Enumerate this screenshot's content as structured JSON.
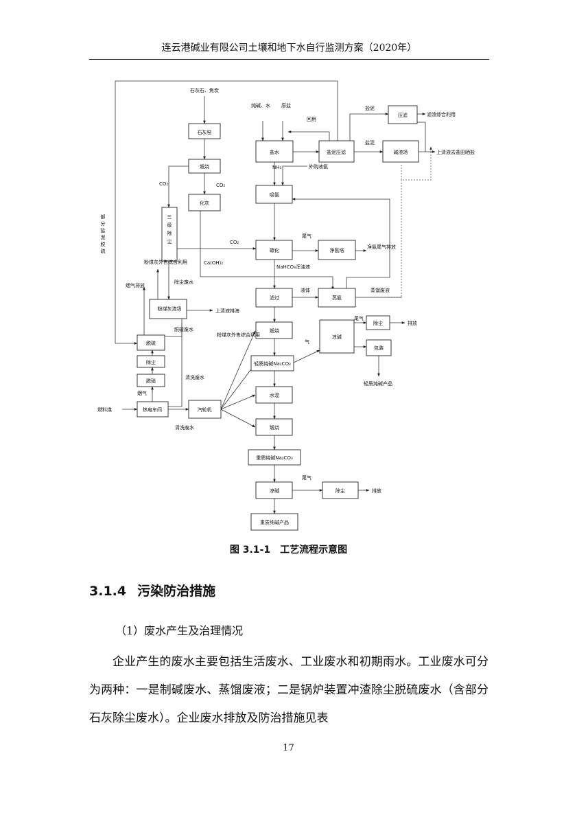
{
  "header": {
    "title": "连云港碱业有限公司土壤和地下水自行监测方案（2020年）"
  },
  "figure": {
    "caption": "图 3.1-1　工艺流程示意图",
    "nodes": {
      "limestone_coke": "石灰石、焦炭",
      "lime_kiln": "石灰窑",
      "calcine1": "煅烧",
      "slake": "化灰",
      "dust3": "三级除尘",
      "flyash_yard": "粉煤灰渣场",
      "desulf": "脱硫",
      "dedust": "除尘",
      "denitr": "脱硝",
      "thermal": "热电车间",
      "turbine": "汽轮机",
      "brine": "盐水",
      "mud_press": "盐泥压滤",
      "press_filter": "压滤",
      "alkali_yard": "碱渣场",
      "absorb_ammonia": "吸氨",
      "carbonize": "碳化",
      "ammonia_tower": "净氨塔",
      "filter": "滤过",
      "distill": "蒸氨",
      "calcine2": "煅烧",
      "light_soda": "轻质纯碱Na₂CO₃",
      "cool1": "凉碱",
      "dust_a": "除尘",
      "pack": "包装",
      "hydrate": "水混",
      "calcine3": "煅烧",
      "heavy_soda": "重质纯碱Na₂CO₃",
      "cool2": "凉碱",
      "dust_b": "除尘",
      "heavy_product": "重质纯碱产品"
    },
    "labels": {
      "soda_water_salt": "纯碱、水",
      "raw_salt": "原盐",
      "recycle": "回用",
      "filter_residue": "滤渣综合利用",
      "salt_mud1": "盐泥",
      "salt_mud2": "盐泥",
      "supernatant_salt_field": "上清液去盐田晒盐",
      "nh3": "NH₃",
      "purchased_ammonia": "外购液氨",
      "co2_a": "CO₂",
      "co2_b": "CO₂",
      "co2_c": "CO₂",
      "partial_mud_desulf": "部分盐泥脱硫",
      "tail_gas1": "尾气",
      "ammonia_tail_exhaust": "净氨尾气排放",
      "caoh2": "Ca(OH)₂",
      "nahco3": "NaHCO₃浑浊液",
      "flyash_sale1": "粉煤灰外售综合利用",
      "flue_exhaust": "烟气排放",
      "dust_wastewater": "除尘废水",
      "liquid": "液体",
      "distill_waste": "蒸馏废液",
      "supernatant_sea": "上清液排海",
      "desulf_wastewater": "脱硫废水",
      "flyash_sale2": "粉煤灰外售综合利用",
      "gas": "气",
      "tail_gas2": "尾气",
      "discharge1": "排放",
      "light_product": "轻质纯碱产品",
      "flue_gas": "烟气",
      "clean_wastewater1": "清洗废水",
      "fuel_coal": "燃料煤",
      "clean_wastewater2": "清洗废水",
      "tail_gas3": "尾气",
      "discharge2": "排放"
    }
  },
  "section": {
    "number": "3.1.4",
    "title": "污染防治措施"
  },
  "subsection": "（1）废水产生及治理情况",
  "paragraph": "企业产生的废水主要包括生活废水、工业废水和初期雨水。工业废水可分为两种：一是制碱废水、蒸馏废液；二是锅炉装置冲渣除尘脱硫废水（含部分石灰除尘废水）。企业废水排放及防治措施见表",
  "page_number": "17"
}
